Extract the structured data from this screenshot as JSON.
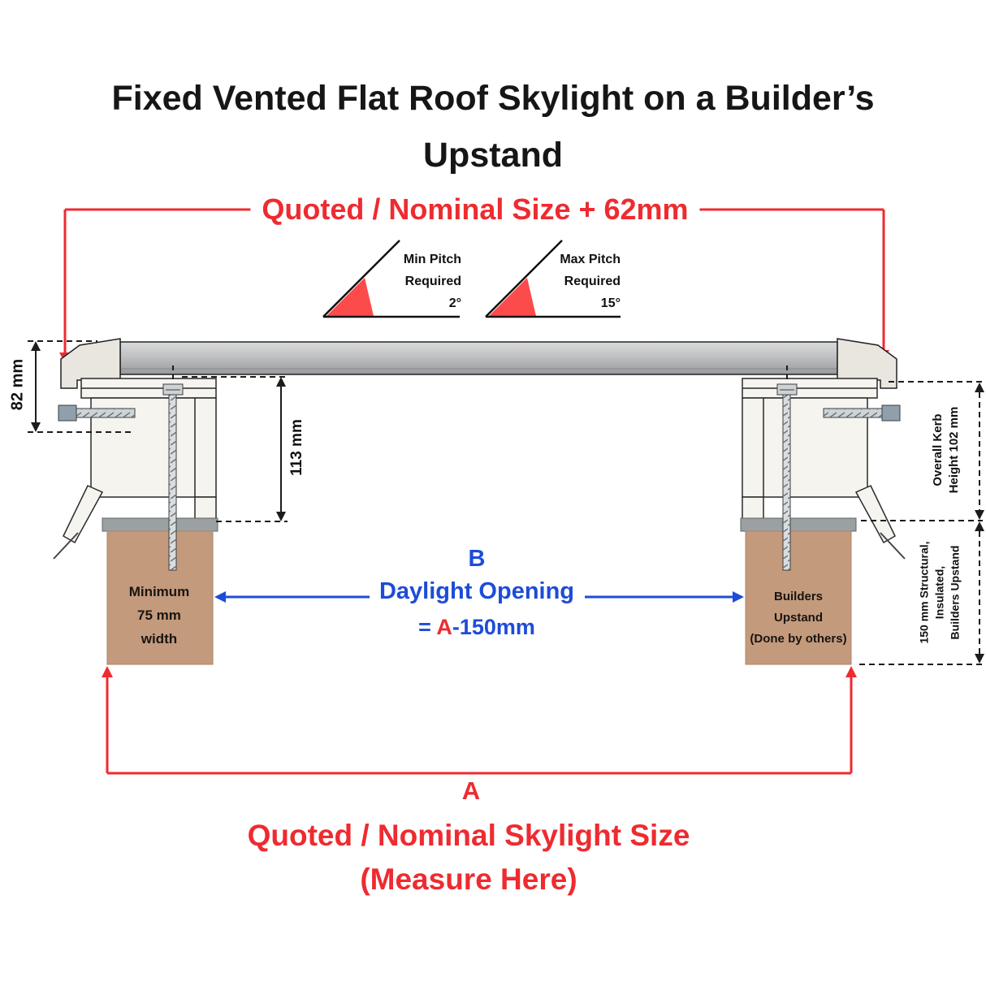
{
  "title": {
    "line1": "Fixed Vented Flat Roof Skylight on a Builder’s",
    "line2": "Upstand"
  },
  "top_dimension": {
    "label": "Quoted / Nominal Size + 62mm"
  },
  "pitch": {
    "min": {
      "title": "Min Pitch",
      "subtitle": "Required",
      "value": "2°"
    },
    "max": {
      "title": "Max Pitch",
      "subtitle": "Required",
      "value": "15°"
    }
  },
  "side_dimensions": {
    "glass_stack": "82 mm",
    "kerb_inner": "113 mm",
    "kerb_overall_line1": "Overall Kerb",
    "kerb_overall_line2": "Height 102 mm",
    "upstand_line1": "150 mm Structural,",
    "upstand_line2": "Insulated,",
    "upstand_line3": "Builders Upstand"
  },
  "upstand_blocks": {
    "left": {
      "line1": "Minimum",
      "line2": "75 mm",
      "line3": "width"
    },
    "right": {
      "line1": "Builders",
      "line2": "Upstand",
      "line3": "(Done by others)"
    }
  },
  "daylight_opening": {
    "letter": "B",
    "label": "Daylight Opening",
    "equation_prefix": "= ",
    "equation_variable": "A",
    "equation_suffix": "-150mm"
  },
  "bottom_dimension": {
    "letter": "A",
    "line1": "Quoted / Nominal Skylight Size",
    "line2": "(Measure Here)"
  },
  "colors": {
    "dimension_red": "#ee2b30",
    "daylight_blue": "#1d4cd8",
    "upstand_brown": "#c49a7c",
    "upstand_cap_gray": "#9ba0a3",
    "pitch_triangle_red": "#fb4b4b"
  }
}
